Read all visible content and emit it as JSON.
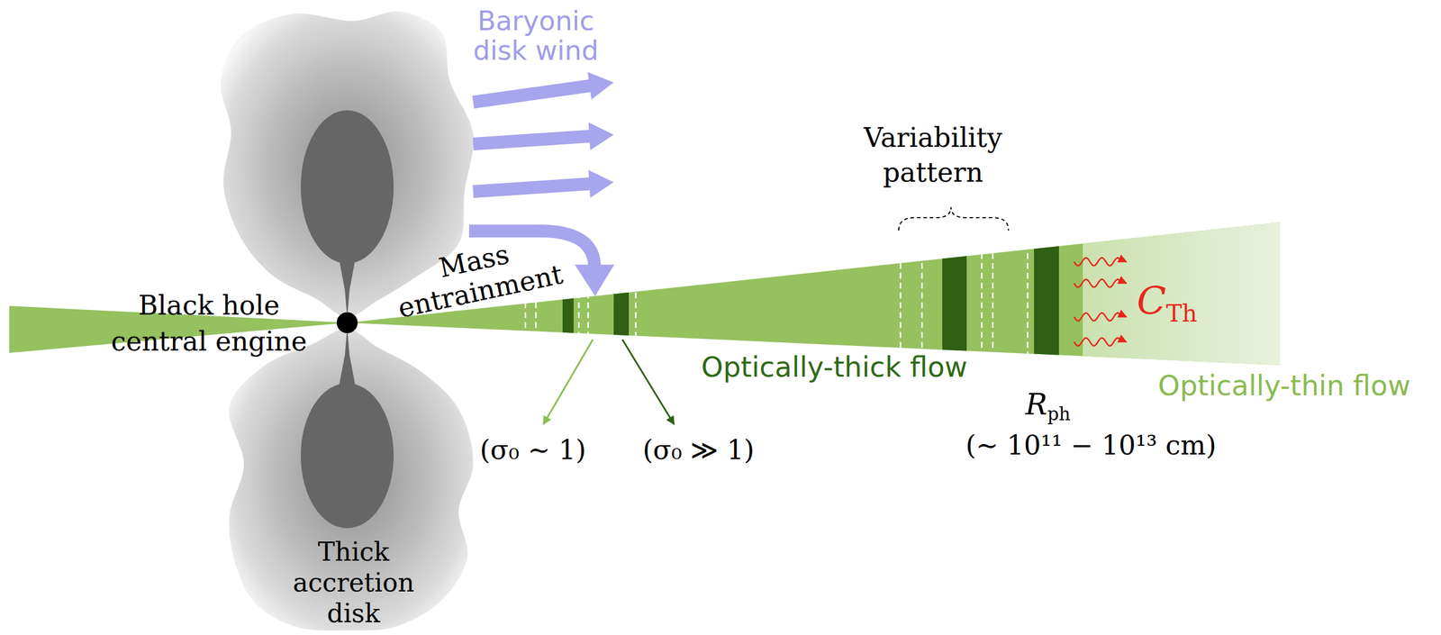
{
  "diagram": {
    "labels": [
      "Baryonic disk wind",
      "Mass entrainment",
      "Black hole central engine",
      "Thick accretion disk",
      "Variability pattern",
      "CTh",
      "Optically-thick flow",
      "Optically-thin flow",
      "(σ₀ ∼ 1)",
      "(σ₀ ≫ 1)",
      "Rph",
      "(∼ 10¹¹ − 10¹³ cm)"
    ]
  }
}
